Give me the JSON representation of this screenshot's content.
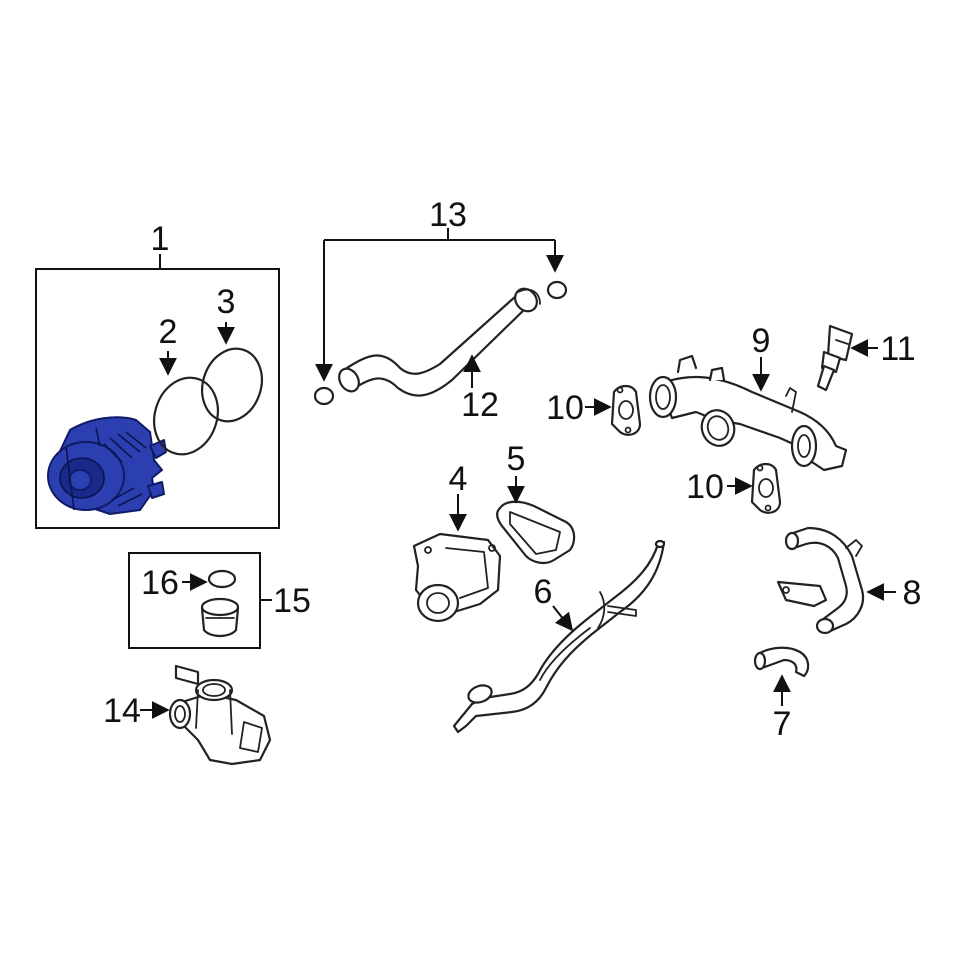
{
  "callouts": {
    "c1": "1",
    "c2": "2",
    "c3": "3",
    "c4": "4",
    "c5": "5",
    "c6": "6",
    "c7": "7",
    "c8": "8",
    "c9": "9",
    "c10a": "10",
    "c10b": "10",
    "c11": "11",
    "c12": "12",
    "c13": "13",
    "c14": "14",
    "c15": "15",
    "c16": "16"
  },
  "highlight_color": "#2b3fb0"
}
